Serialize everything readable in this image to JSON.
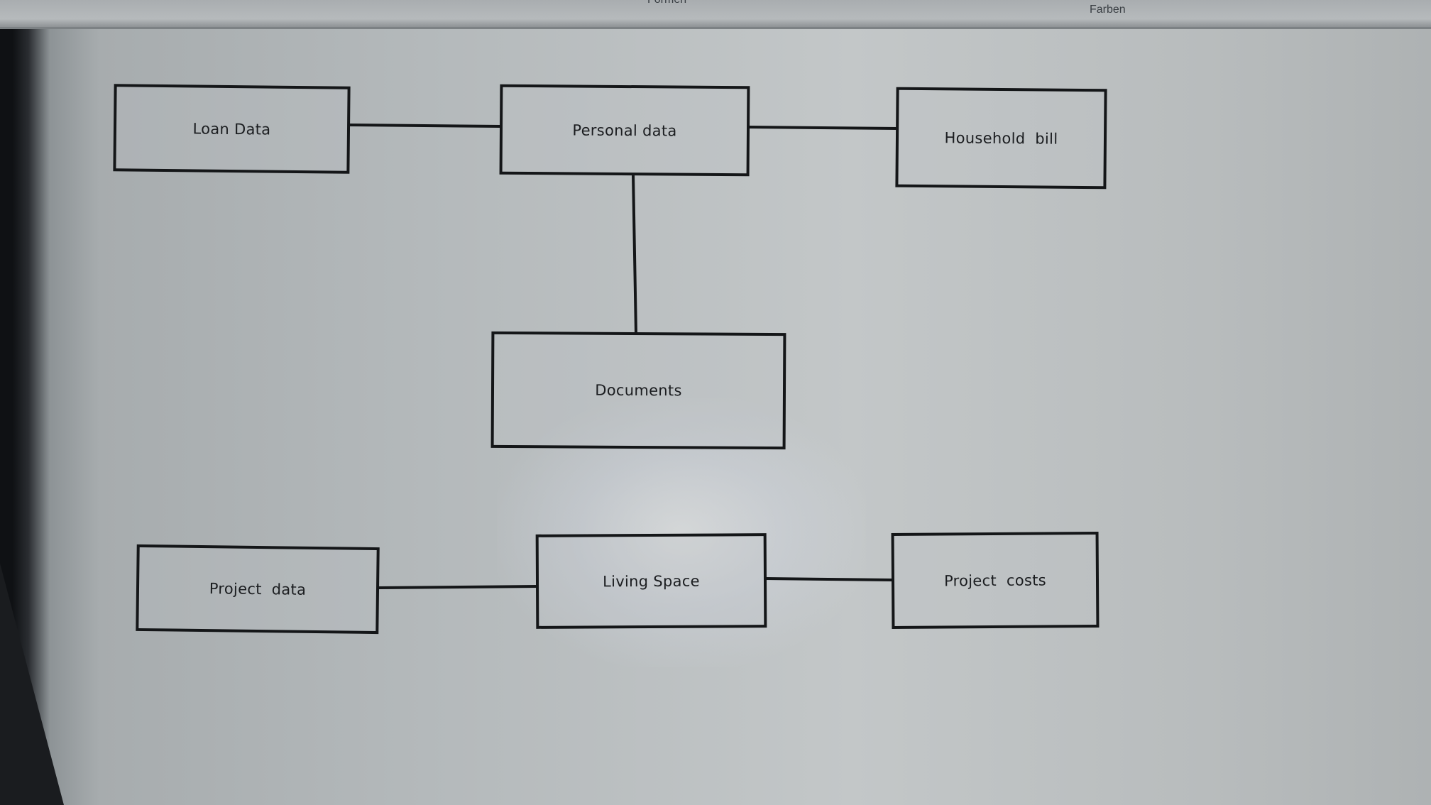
{
  "toolbar": {
    "left_label": "Formen",
    "right_label": "Farben"
  },
  "diagram": {
    "nodes": {
      "loan_data": "Loan Data",
      "personal_data": "Personal data",
      "household_bill": "Household  bill",
      "documents": "Documents",
      "project_data": "Project  data",
      "living_space": "Living Space",
      "project_costs": "Project  costs"
    },
    "edges": [
      [
        "loan_data",
        "personal_data"
      ],
      [
        "personal_data",
        "household_bill"
      ],
      [
        "personal_data",
        "documents"
      ],
      [
        "project_data",
        "living_space"
      ],
      [
        "living_space",
        "project_costs"
      ]
    ]
  }
}
